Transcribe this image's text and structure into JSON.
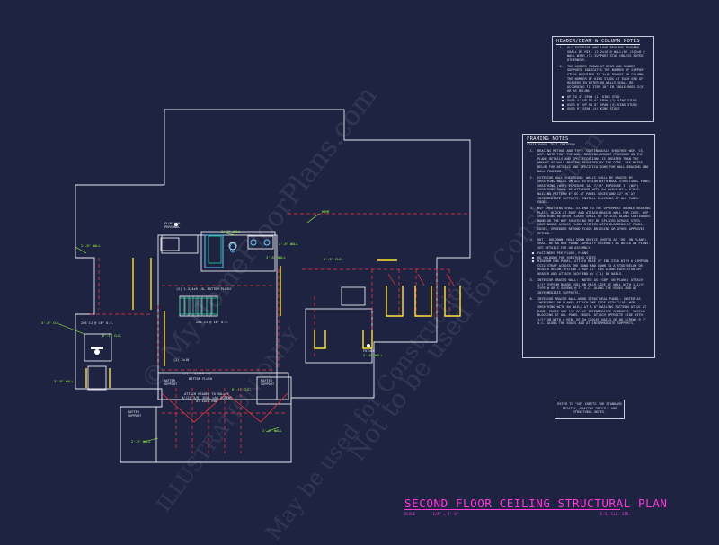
{
  "plan": {
    "title": "SECOND FLOOR CEILING STRUCTURAL PLAN",
    "scale_label": "SCALE",
    "scale_value": "1/4\" = 1'-0\"",
    "sheet_ref": "E-S1 CLG. STR."
  },
  "header_notes": {
    "title": "HEADER/BEAM & COLUMN NOTES",
    "items": [
      "ALL EXTERIOR AND LOAD BEARING HEADERS SHALL BE MIN. (2)2x10 @ WALL/OR (3)2x8 @ WALL WITH (1) SUPPORT STUD UNLESS NOTED OTHERWISE.",
      "THE NUMBER SHOWN AT BEAM AND HEADER SUPPORTS INDICATES THE NUMBER OF SUPPORT STUDS REQUIRED IN 2x10 POCKET OR COLUMN. THE NUMBER OF KING STUDS AT EACH END OF HEADERS IN EXTERIOR WALLS SHALL BE ACCORDING TO ITEM 18' IN TABLE R602.3(5) OR AS BELOW:"
    ],
    "bullets": [
      "UP TO 4' SPAN (1) KING STUD",
      "OVER 4' UP TO 6' SPAN (2) KING STUDS",
      "OVER 6' UP TO 8' SPAN (3) KING STUDS",
      "OVER 8' SPAN (4) KING STUDS"
    ]
  },
  "framing_notes": {
    "title": "FRAMING NOTES",
    "subtitle": "STATE PANEL TEST-CRITERIA",
    "items": [
      "BRACING METHOD AND TYPE: CONTINUOUSLY SHEATHED WSP. CS-WSP. NOTE THAT THE WALL BRACING AMOUNT PROVIDED ON THE PLANS DETAILS AND SPECIFICATIONS IS GREATER THAN THE AMOUNT OF WALL BRACING REQUIRED BY THE CODE. SEE NOTES BELOW FOR DETAILS AND SPECIFICATIONS FOR WALL BRACING AND WALL FRAMING.",
      "EXTERIOR WALL SHEATHING: WALLS SHALL BE BRACED BY SHEATHING WALLS ON ALL EXTERIOR WITH WOOD STRUCTURAL PANEL SHEATHING (WSP) EXPOSURE 1A. 7/16\" EXPOSURE 1. (WSP) SHEATHING SHALL BE ATTACHED WITH 8d NAILS AT A 6\"O.C. NAILING PATTERN 6\" OC AT PANEL EDGES AND 12\" OC AT INTERMEDIATE SUPPORTS. INSTALL BLOCKING AT ALL PANEL EDGES.",
      "WSP SHEATHING SHALL EXTEND TO THE UPPERMOST DOUBLE BEARING PLATE, BLOCK AT ROOF AND ATTACH BRACED WALL FOR CODE. WSP SHEATHING BETWEEN FLOORS SHALL BE SPLICED ALONG CONTINUOUS BAND OR THE WSP SHEATHING MAY BE SPLICED ACROSS STEEL CONTINUOUS ACROSS FLOOR SYSTEMS WITH BLOCKING AT PANEL EDGES, EMBEDDED BEYOND FLOOR BRIDGING OR OTHER APPROVED METHOD.",
      "HDT - HOLDOWN: HOLD DOWN DEVICE (NOTED AS 'HD' ON PLANS) SHALL BE AN 800 POUND CAPACITY ASSEMBLY AS NOTED ON PLANS. SEE DETAILS FOR HD ASSEMBLY.",
      "INTERIOR BRACED WALL: (NOTED AS 'GBP' ON PLANS) ATTACH 1/2\" GYPSUM BOARD (GB) ON EACH SIDE OF WALL WITH 1-1/4\" TYPE W OR S SCREWS @ 7\" O.C. ALONG THE EDGES AND AT INTERMEDIATE SUPPORTS.",
      "INTERIOR BRACED WALL-WOOD STRUCTURAL PANEL: (NOTED AS 'WSP/GBP' ON PLANS) ATTACH ONE SIDE WITH 7/16\" WSP SHEATHING WITH 8d NAILS AT A 6\" NAILING PATTERN AT OC AT PANEL EDGES AND 12\" OC AT INTERMEDIATE SUPPORTS. INSTALL BLOCKING AT ALL PANEL EDGES. ATTACH OPPOSITE SIDE WITH 1/2\" GB WITH A MIN. OF 5d COOLER NAILS OR #6 SCREWS @ 7\" O.C. ALONG THE EDGES AND AT INTERMEDIATE SUPPORTS."
    ],
    "bullets": [
      "FASTENERS PER FLOOR, PLANS",
      "HD HOLDOWN FOR SHEATHING SIZES",
      "MINIMUM END PANEL, ATTACH BASE OF END STUD WITH A SIMPSON CS22 STRAP ACROSS THE BAND AND DOWN TO A STUD BELOW OR HEADER BELOW, EXTEND STRAP 11\" MIN ALONG EACH STUD OR HEADER AND ATTACH EACH END W/ (11) 8d NAILS."
    ]
  },
  "ref_note": "REFER TO \"S0\" SHEETS FOR STANDARD DETAILS, BRACING DETAILS AND STRUCTURAL NOTES.",
  "labels": {
    "flue": "FLUE W/H PERSONAL",
    "home": "HOME",
    "beam1": "(2) 1-3/4x9 LVL BOTTOM FLUSH",
    "beam2": "(2) 1-3/4x9 LVL",
    "bottom_flush": "BOTTOM FLUSH",
    "beam3": "(2) 2x10",
    "header_a": "2x6 CJ @ 16\" O.C.",
    "header_b": "2x6 CJ @ 16\" O.C.",
    "rafter_support_1": "RAFTER SUPPORT",
    "rafter_support_2": "RAFTER SUPPORT",
    "rafter_support_3": "RAFTER SUPPORT",
    "future": "FUTURE",
    "attach_note": "ATTACH HEADER TO VALLEY W/(2) 3/8\" DIA. LAG SCREWS AT EACH END",
    "wall_1": "2'-8\" WALL",
    "wall_2": "2'-8\" WALL",
    "wall_3": "2'-8\" WALL",
    "wall_4": "2'-8\" WALL",
    "wall_5": "2'-8\" WALL",
    "wall_6": "2'-8\" WALL",
    "wall_7": "3'-8\" WALL",
    "wall_8": "3'-8\" WALL",
    "ceil_1": "3'-8\" CLG.",
    "ceil_2": "3'-8\" CLG.",
    "ceil_3": "8'-1\" CLG.",
    "ceil_4": "8'-1\" CLG."
  },
  "watermarks": [
    "© MyHomeFloorPlans.com",
    "ILLUSTRATION ONLY",
    "Not to be used for Construction",
    "May be used for Construction"
  ]
}
